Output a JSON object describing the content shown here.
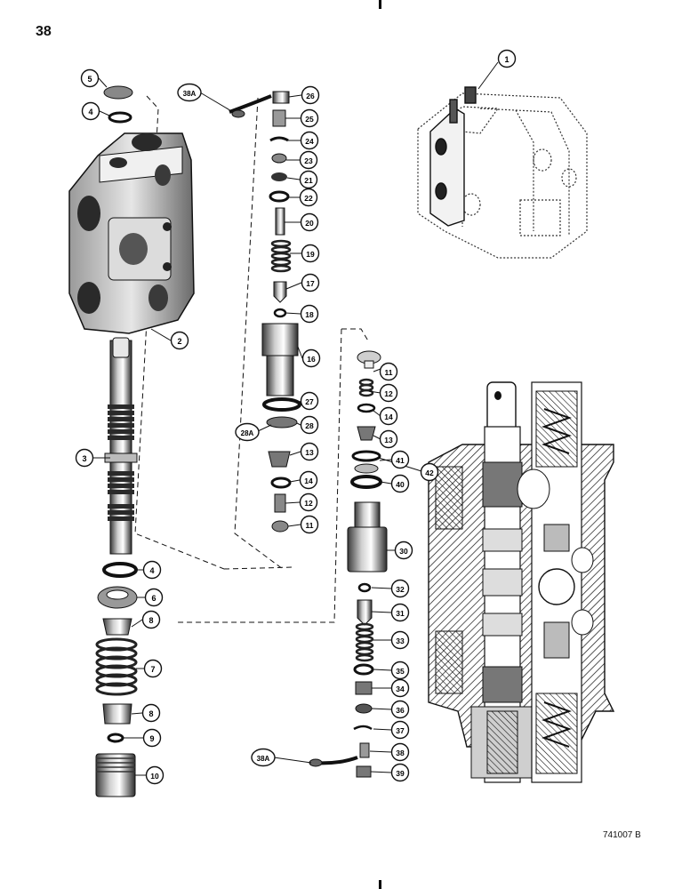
{
  "page_number": "38",
  "figure_id": "741007 B",
  "callouts": [
    "1",
    "2",
    "3",
    "4",
    "4",
    "5",
    "6",
    "7",
    "8",
    "8",
    "9",
    "10",
    "11",
    "11",
    "12",
    "12",
    "13",
    "13",
    "14",
    "14",
    "16",
    "17",
    "18",
    "19",
    "20",
    "21",
    "22",
    "23",
    "24",
    "25",
    "26",
    "27",
    "28",
    "28A",
    "30",
    "31",
    "32",
    "33",
    "34",
    "35",
    "36",
    "37",
    "38",
    "38A",
    "38A",
    "39",
    "40",
    "41",
    "42"
  ],
  "colors": {
    "ink": "#111111",
    "paper": "#ffffff",
    "shade": "#777777",
    "light": "#cfcfcf"
  }
}
